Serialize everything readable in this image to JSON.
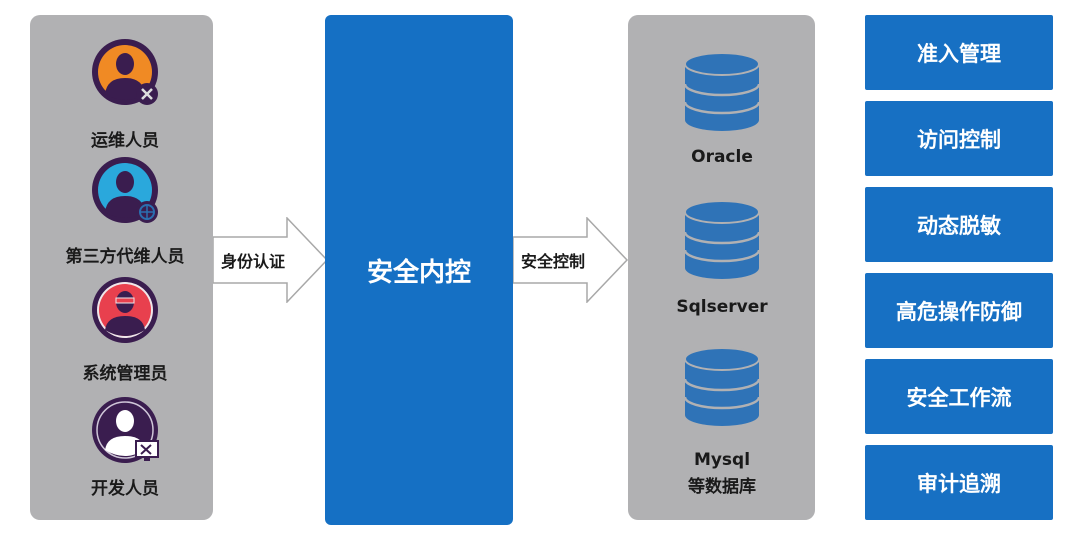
{
  "users": [
    {
      "label": "运维人员",
      "color": "#f08a24",
      "badge": "x-icon"
    },
    {
      "label": "第三方代维人员",
      "color": "#2aa8dc",
      "badge": "globe-icon"
    },
    {
      "label": "系统管理员",
      "color": "#e8404e",
      "badge": "glasses-icon"
    },
    {
      "label": "开发人员",
      "color": "#3a1d4f",
      "badge": "monitor-tools-icon"
    }
  ],
  "arrow_left": "身份认证",
  "center": "安全内控",
  "arrow_right": "安全控制",
  "databases": [
    {
      "label": "Oracle"
    },
    {
      "label": "Sqlserver"
    },
    {
      "label": "Mysql",
      "label2": "等数据库"
    }
  ],
  "functions": [
    "准入管理",
    "访问控制",
    "动态脱敏",
    "高危操作防御",
    "安全工作流",
    "审计追溯"
  ],
  "colors": {
    "blue": "#1570c4",
    "panel": "#b1b1b3",
    "db": "#2f73b7",
    "ring": "#3a1d4f"
  }
}
